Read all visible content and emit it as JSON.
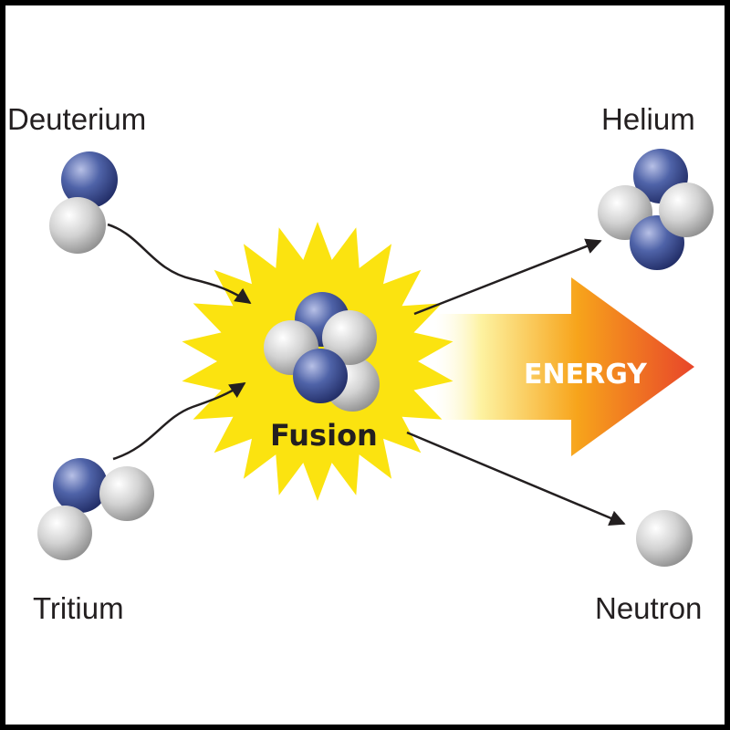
{
  "labels": {
    "deuterium": "Deuterium",
    "tritium": "Tritium",
    "helium": "Helium",
    "neutron": "Neutron",
    "fusion": "Fusion",
    "energy": "ENERGY"
  },
  "colors": {
    "proton": "#3d4f93",
    "neutron": "#b9b9b9",
    "star": "#fbe310",
    "energy_start": "#fdf2a0",
    "energy_mid": "#f7a41b",
    "energy_end": "#e8452a",
    "text": "#231f20"
  }
}
